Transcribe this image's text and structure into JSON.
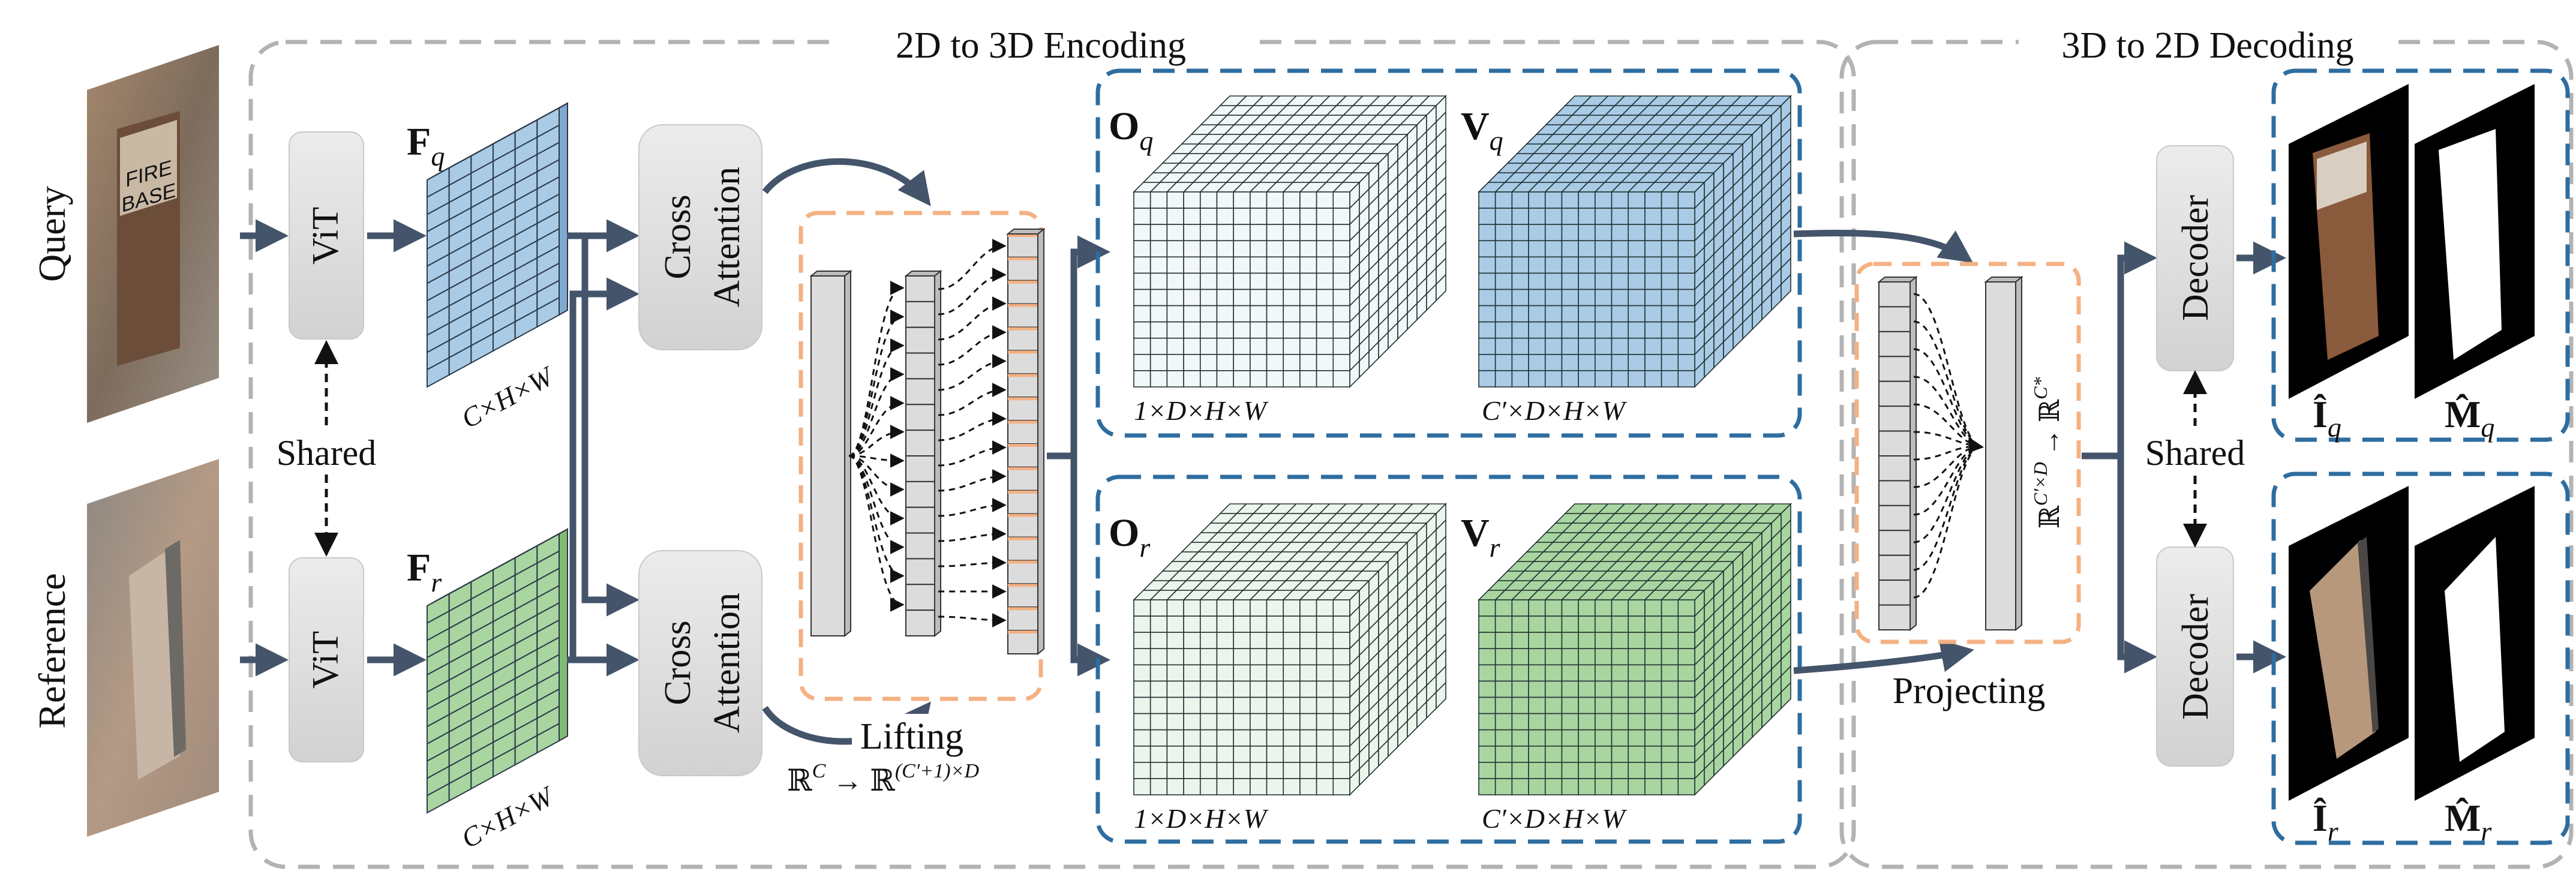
{
  "sections": {
    "encoding_title": "2D to 3D Encoding",
    "decoding_title": "3D to 2D Decoding"
  },
  "inputs": {
    "query_label": "Query",
    "reference_label": "Reference"
  },
  "vit": {
    "label": "ViT",
    "shared_label": "Shared"
  },
  "features": {
    "fq_base": "F",
    "fq_sub": "q",
    "fr_base": "F",
    "fr_sub": "r",
    "fq_dims": "C×H×W",
    "fr_dims": "C×H×W"
  },
  "cross_attention": {
    "line1": "Cross",
    "line2": "Attention"
  },
  "lifting": {
    "label": "Lifting",
    "formula_from": "ℝ",
    "formula_from_sup": "C",
    "formula_arrow": "→",
    "formula_to": "ℝ",
    "formula_to_sup": "(C′+1)×D"
  },
  "volumes": {
    "oq_base": "O",
    "oq_sub": "q",
    "oq_dims": "1×D×H×W",
    "vq_base": "V",
    "vq_sub": "q",
    "vq_dims": "C′×D×H×W",
    "or_base": "O",
    "or_sub": "r",
    "or_dims": "1×D×H×W",
    "vr_base": "V",
    "vr_sub": "r",
    "vr_dims": "C′×D×H×W"
  },
  "projecting": {
    "label": "Projecting",
    "formula_from": "ℝ",
    "formula_from_sup": "C′×D",
    "formula_arrow": "→",
    "formula_to": "ℝ",
    "formula_to_sup": "C*"
  },
  "decoder": {
    "label": "Decoder",
    "shared_label": "Shared"
  },
  "outputs": {
    "iq_base": "Î",
    "iq_sub": "q",
    "mq_base": "M̂",
    "mq_sub": "q",
    "ir_base": "Î",
    "ir_sub": "r",
    "mr_base": "M̂",
    "mr_sub": "r"
  },
  "thumbnail_text": {
    "book_line1": "FIRE",
    "book_line2": "BASE"
  },
  "colors": {
    "arrow": "#44546a",
    "dash_outer": "#b3b3b3",
    "dash_blue": "#2e6da0",
    "dash_orange": "#f4b183",
    "blue_fill": "#a9cbe6",
    "green_fill": "#a8d5a0",
    "white_fill": "#f2f7f8",
    "gray_box": "#dcdcdc"
  }
}
